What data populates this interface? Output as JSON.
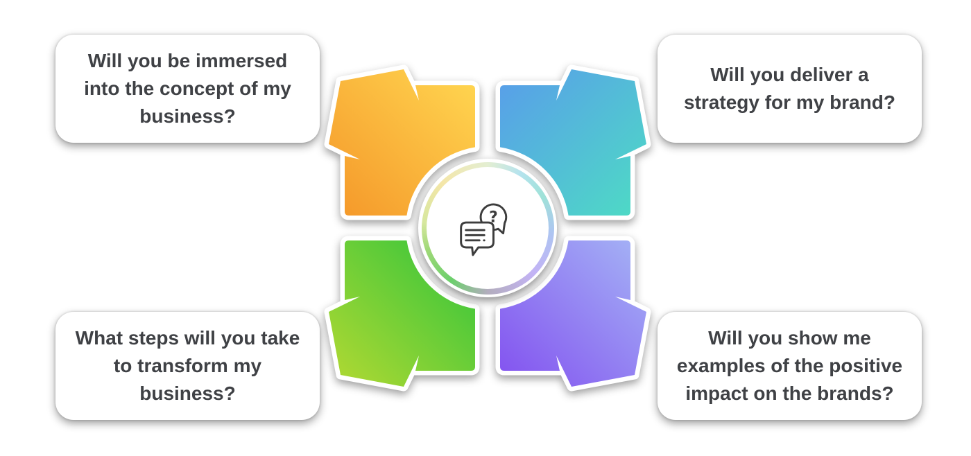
{
  "page": {
    "background": "#ffffff",
    "text_color": "#3f4145"
  },
  "boxes": [
    {
      "position": "top-left",
      "text": "Will you be immersed into the concept of my business?"
    },
    {
      "position": "top-right",
      "text": "Will you deliver a strategy for my brand?"
    },
    {
      "position": "bottom-left",
      "text": "What steps will you take to transform my business?"
    },
    {
      "position": "bottom-right",
      "text": "Will you show me examples of the positive impact on the brands?"
    }
  ],
  "diagram": {
    "outline": "#ffffff",
    "arrows": [
      {
        "id": "arrow-top-left",
        "direction": "up-left",
        "gradient": [
          "#F59A2B",
          "#FFD44F"
        ]
      },
      {
        "id": "arrow-top-right",
        "direction": "up-right",
        "gradient": [
          "#58A0E8",
          "#4ED9C6"
        ]
      },
      {
        "id": "arrow-bottom-left",
        "direction": "down-left",
        "gradient": [
          "#A6D733",
          "#2EC43C"
        ]
      },
      {
        "id": "arrow-bottom-right",
        "direction": "down-right",
        "gradient": [
          "#8455F0",
          "#A3AFF5"
        ]
      }
    ],
    "hub": {
      "icon": "chat-question-icon",
      "icon_stroke": "#3d3d3d",
      "question_mark": "?"
    }
  }
}
